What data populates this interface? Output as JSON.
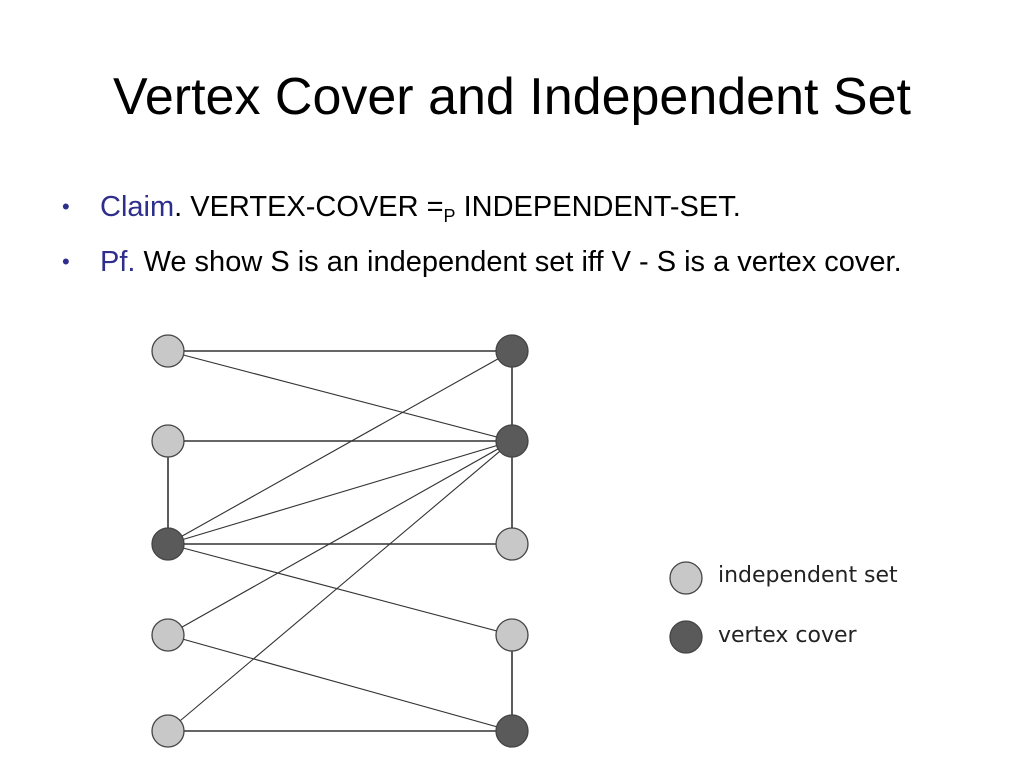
{
  "title": "Vertex Cover and Independent Set",
  "bullets": [
    {
      "lead": "Claim",
      "after_lead": ".",
      "text_a": " VERTEX-COVER =",
      "sub": "P",
      "text_b": " INDEPENDENT-SET."
    },
    {
      "lead": "Pf.",
      "text": " We show S is an independent set iff V - S is a vertex cover."
    }
  ],
  "colors": {
    "accent": "#2e2e8c",
    "independent_fill": "#c8c8c8",
    "cover_fill": "#5a5a5a",
    "edge": "#333333"
  },
  "legend": [
    {
      "label": "independent set",
      "kind": "independent"
    },
    {
      "label": "vertex cover",
      "kind": "cover"
    }
  ],
  "graph": {
    "nodes": [
      {
        "id": "L1",
        "kind": "independent"
      },
      {
        "id": "L2",
        "kind": "independent"
      },
      {
        "id": "L3",
        "kind": "cover"
      },
      {
        "id": "L4",
        "kind": "independent"
      },
      {
        "id": "L5",
        "kind": "independent"
      },
      {
        "id": "R1",
        "kind": "cover"
      },
      {
        "id": "R2",
        "kind": "cover"
      },
      {
        "id": "R3",
        "kind": "independent"
      },
      {
        "id": "R4",
        "kind": "independent"
      },
      {
        "id": "R5",
        "kind": "cover"
      }
    ],
    "edges": [
      [
        "L1",
        "R1"
      ],
      [
        "L1",
        "R2"
      ],
      [
        "L2",
        "R2"
      ],
      [
        "L2",
        "L3"
      ],
      [
        "L3",
        "R1"
      ],
      [
        "L3",
        "R3"
      ],
      [
        "L3",
        "R4"
      ],
      [
        "L3",
        "R2"
      ],
      [
        "L4",
        "R2"
      ],
      [
        "L4",
        "R5"
      ],
      [
        "L5",
        "R2"
      ],
      [
        "L5",
        "R5"
      ],
      [
        "R1",
        "R2"
      ],
      [
        "R2",
        "R3"
      ],
      [
        "R4",
        "R5"
      ]
    ]
  }
}
